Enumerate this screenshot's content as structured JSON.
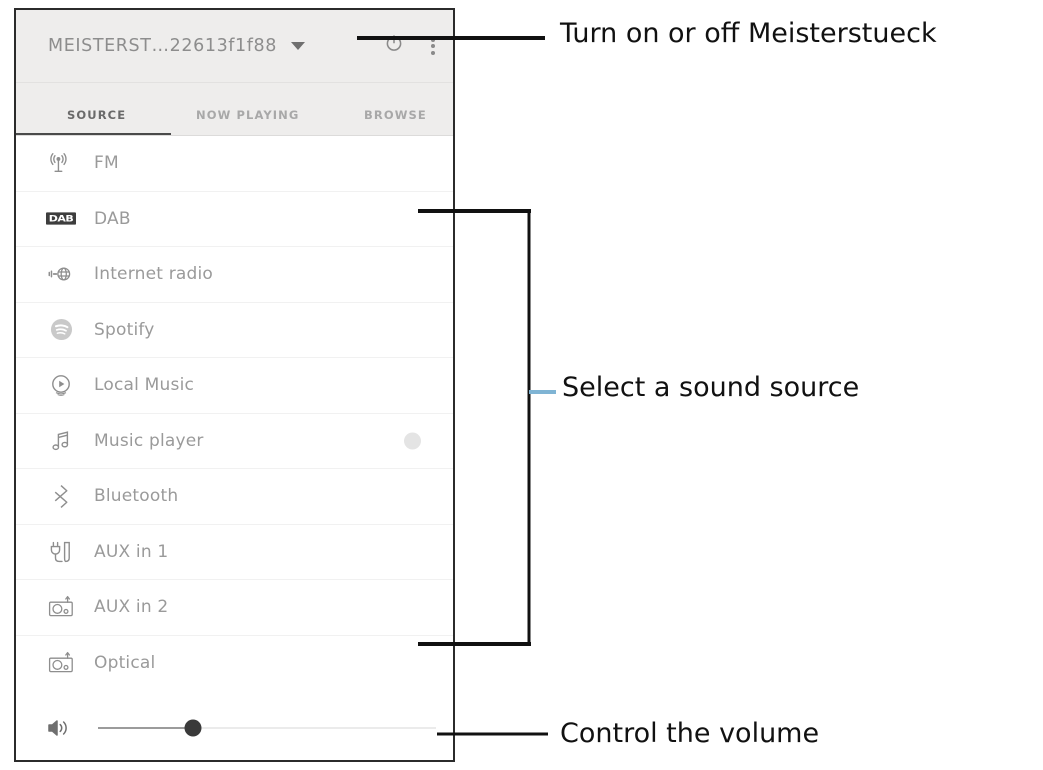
{
  "app": {
    "device_title": "MEISTERST…22613f1f88",
    "header_icons": [
      {
        "name": "power-icon",
        "label": "Power"
      },
      {
        "name": "overflow-menu-icon",
        "label": "More options"
      }
    ],
    "dropdown_caret": "caret-down-icon"
  },
  "tabs": [
    {
      "label": "SOURCE",
      "active": true
    },
    {
      "label": "NOW PLAYING",
      "active": false
    },
    {
      "label": "BROWSE",
      "active": false
    }
  ],
  "sources": [
    {
      "label": "FM",
      "icon": "antenna-icon",
      "badge": false
    },
    {
      "label": "DAB",
      "icon": "dab-logo-icon",
      "badge": false
    },
    {
      "label": "Internet radio",
      "icon": "globe-signal-icon",
      "badge": false
    },
    {
      "label": "Spotify",
      "icon": "spotify-icon",
      "badge": false
    },
    {
      "label": "Local Music",
      "icon": "play-circle-icon",
      "badge": false
    },
    {
      "label": "Music player",
      "icon": "music-note-icon",
      "badge": true
    },
    {
      "label": "Bluetooth",
      "icon": "bluetooth-icon",
      "badge": false
    },
    {
      "label": "AUX in 1",
      "icon": "aux-plug-icon",
      "badge": false
    },
    {
      "label": "AUX in 2",
      "icon": "aux-jack-icon",
      "badge": false
    },
    {
      "label": "Optical",
      "icon": "optical-jack-icon",
      "badge": false
    }
  ],
  "volume": {
    "icon": "speaker-volume-icon",
    "value_percent": 28
  },
  "annotations": [
    {
      "text": "Turn on or off Meisterstueck",
      "target": "power-icon"
    },
    {
      "text": "Select a sound source",
      "target": "source-list"
    },
    {
      "text": "Control the volume",
      "target": "volume-slider"
    }
  ],
  "colors": {
    "header_bg": "#eeedec",
    "panel_border": "#2b2b2b",
    "label_text": "#9a9a9a",
    "active_tab": "#6a6a6a",
    "annotation_text": "#111111",
    "leader_blue": "#7fb4d4",
    "thumb": "#3a3a3a"
  }
}
